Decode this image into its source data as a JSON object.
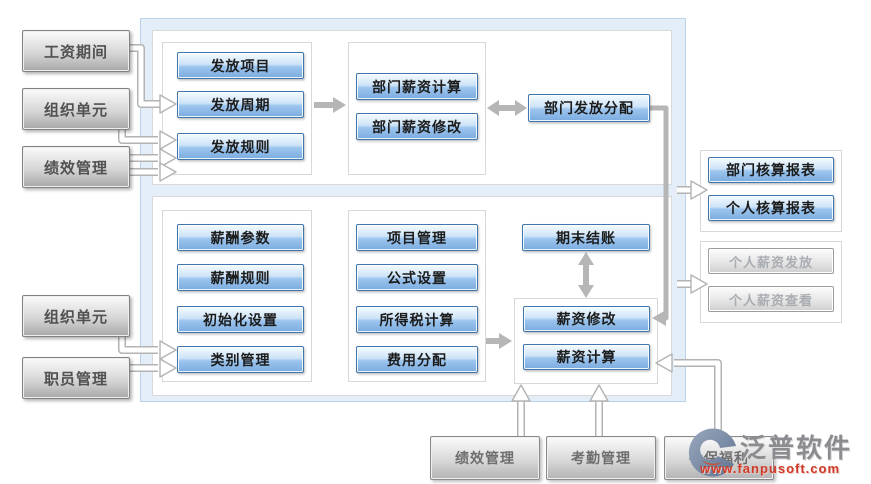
{
  "nodes": {
    "left_inputs": [
      "工资期间",
      "组织单元",
      "绩效管理",
      "组织单元",
      "职员管理"
    ],
    "payout_setup": [
      "发放项目",
      "发放周期",
      "发放规则"
    ],
    "dept_salary": [
      "部门薪资计算",
      "部门薪资修改"
    ],
    "dept_allocation": "部门发放分配",
    "salary_setup": [
      "薪酬参数",
      "薪酬规则",
      "初始化设置",
      "类别管理"
    ],
    "calc_setup": [
      "项目管理",
      "公式设置",
      "所得税计算",
      "费用分配"
    ],
    "period_close": "期末结账",
    "salary_ops": [
      "薪资修改",
      "薪资计算"
    ],
    "report_outputs": [
      "部门核算报表",
      "个人核算报表"
    ],
    "personal_outputs": [
      "个人薪资发放",
      "个人薪资查看"
    ],
    "bottom_inputs": [
      "绩效管理",
      "考勤管理",
      "社保福利"
    ]
  },
  "logo": {
    "brand": "泛普软件",
    "website": "www.fanpusoft.com"
  },
  "colors": {
    "node_blue_border": "#3f76ae",
    "node_blue_fill_top": "#f5fbff",
    "node_blue_fill_bottom": "#7aabdf",
    "panel_bg": "#e4eef9",
    "panel_border": "#bcd2ea",
    "connector_gray": "#b6b6b6",
    "disabled_text": "#a9adb2",
    "logo_text_gray": "#8b8b90",
    "logo_url_red": "#cf3b2a"
  }
}
